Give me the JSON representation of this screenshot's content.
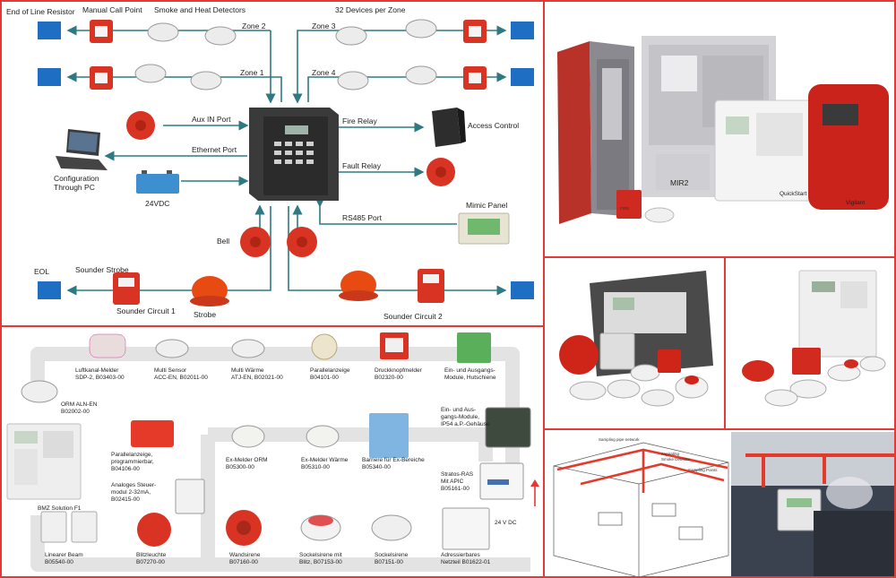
{
  "panel_a": {
    "labels": {
      "eol_resistor": "End of Line Resistor",
      "manual_call_point": "Manual Call Point",
      "smoke_heat": "Smoke and Heat Detectors",
      "devices_per_zone": "32 Devices per Zone",
      "zone2": "Zone 2",
      "zone3": "Zone 3",
      "zone1": "Zone 1",
      "zone4": "Zone 4",
      "aux_in": "Aux IN Port",
      "fire_relay": "Fire Relay",
      "access_control": "Access Control",
      "ethernet": "Ethernet Port",
      "config1": "Configuration",
      "config2": "Through PC",
      "v24": "24VDC",
      "fault_relay": "Fault Relay",
      "mimic_panel": "Mimic Panel",
      "rs485": "RS485 Port",
      "bell": "Bell",
      "eol": "EOL",
      "sounder_strobe": "Sounder Strobe",
      "sounder_circuit1": "Sounder Circuit 1",
      "strobe": "Strobe",
      "sounder_circuit2": "Sounder Circuit 2"
    }
  },
  "panel_b": {
    "labels": {
      "luftkanal": [
        "Luftkanal-Melder",
        "SDP-2, B03403-00"
      ],
      "multi_sensor": [
        "Multi Sensor",
        "ACC-EN, B02011-00"
      ],
      "multi_waerme": [
        "Multi Wärme",
        "ATJ-EN, B02021-00"
      ],
      "parallelanzeige": [
        "Parallelanzeige",
        "B04101-00"
      ],
      "druckknopf": [
        "Druckknopfmelder",
        "B02320-00"
      ],
      "ein_aus_hut": [
        "Ein- und Ausgangs-",
        "Module, Hutschiene"
      ],
      "orm": [
        "ORM ALN-EN",
        "B02002-00"
      ],
      "bmz": "BMZ Solution F1",
      "parallel_prog": [
        "Parallelanzeige,",
        "programmierbar,",
        "B04106-00"
      ],
      "ex_orm": [
        "Ex-Melder ORM",
        "B05300-00"
      ],
      "ex_waerme": [
        "Ex-Melder Wärme",
        "B05310-00"
      ],
      "barriere": [
        "Barriere für Ex-Bereiche",
        "B05340-00"
      ],
      "ein_aus_ip54": [
        "Ein- und Aus-",
        "gangs-Module,",
        "IP54 a.P.-Gehäuse"
      ],
      "analog": [
        "Analoges Steuer-",
        "modul 2-32mA,",
        "B02415-00"
      ],
      "stratos": [
        "Stratos-RAS",
        "Mit APIC",
        "B05161-00"
      ],
      "v24dc": "24 V DC",
      "linear_beam": [
        "Linearer Beam",
        "B05540-00"
      ],
      "blitz": [
        "Blitzleuchte",
        "B07270-00"
      ],
      "wandsirene": [
        "Wandsirene",
        "B07160-00"
      ],
      "sockel_blitz": [
        "Sockelsirene mit",
        "Blitz, B07153-00"
      ],
      "sockelsirene": [
        "Sockelsirene",
        "B07151-00"
      ],
      "netzteil": [
        "Adressierbares",
        "Netzteil B01622-01"
      ]
    }
  },
  "panel_c": {
    "labels": {
      "mir2": "MIR2",
      "fire": "FIRE",
      "quickstart": "QuickStart",
      "brand": "Vigilant"
    }
  },
  "panel_f": {
    "labels": {
      "sampling_pipe": "Sampling pipe network",
      "aspirating": [
        "Aspirating",
        "Smoke Detector"
      ],
      "sampling_points": "Sampling Points"
    }
  },
  "colors": {
    "frame": "#e53935",
    "arrow": "#2f7a82",
    "eol_box": "#1e6fc4",
    "device_red": "#d83323",
    "loop_gray": "#e3e3e3",
    "pipe_red": "#e33a2a"
  }
}
